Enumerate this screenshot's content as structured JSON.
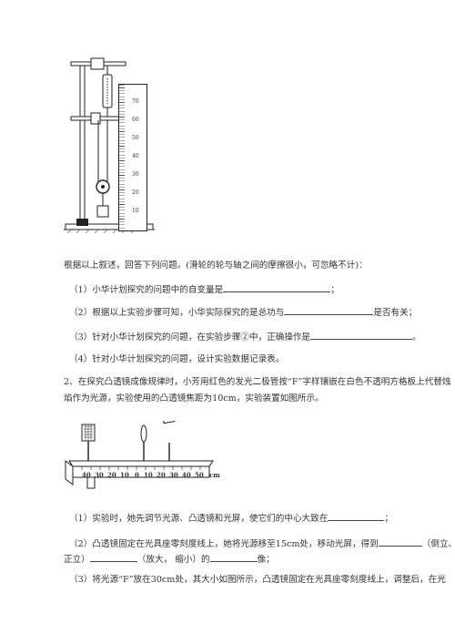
{
  "figure1": {
    "ruler_ticks": [
      "70",
      "60",
      "50",
      "40",
      "30",
      "20",
      "10"
    ]
  },
  "intro": "根据以上叙述，回答下列问题。(滑轮的轮与轴之间的摩擦很小，可忽略不计)：",
  "q1": {
    "label": "（1）小华计划探究的问题中的自变量是",
    "end": "；"
  },
  "q2": {
    "label": "（2）根据以上实验步骤可知，小华实际探究的是总功与",
    "end": "是否有关；"
  },
  "q3": {
    "label": "（3）针对小华计划探究的问题，在实验步骤②中，正确操作是",
    "end": "。"
  },
  "q4": {
    "label": "（4）针对小华计划探究的问题，设计实验数据记录表。"
  },
  "problem2": {
    "line1": "2、在探究凸透镜成像规律时，小芳用红色的发光二极管按“F”字样镶嵌在白色不透明方格板上代替烛",
    "line2": "焰作为光源，实验使用的凸透镜焦距为10cm，实验装置如图所示。"
  },
  "figure2": {
    "scale_labels": [
      "40",
      "30",
      "20",
      "10",
      "0",
      "10",
      "20",
      "30",
      "40",
      "50"
    ],
    "unit": "cm"
  },
  "s1": {
    "label": "（1）实验时，她先调节光源、凸透镜和光屏，使它们的中心大致在",
    "end": "；"
  },
  "s2": {
    "part1": "（2）凸透镜固定在光具座零刻度线上，她将光源移至15cm处，移动光屏，得到",
    "part2": "（倒立、",
    "part3": "正立）",
    "part4": "（放大，  缩小）的",
    "part5": "像；"
  },
  "s3": {
    "line1": "（3）将光源“F”放在30cm处，其大小如图所示，凸透镜固定在光具座零刻度线上，调整后，在光"
  }
}
